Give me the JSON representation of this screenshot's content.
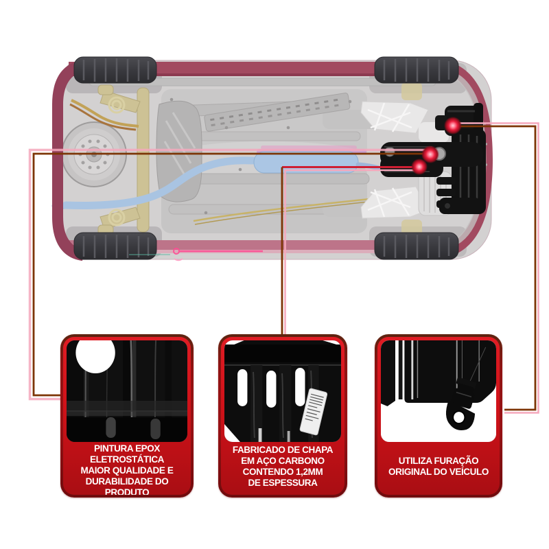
{
  "cards": [
    {
      "id": "pintura",
      "label": "PINTURA EPOX\nELETROSTÁTICA\nMAIOR QUALIDADE E\nDURABILIDADE DO PRODUTO",
      "photo_icon": "epoxy-painted-plate-closeup"
    },
    {
      "id": "chapa",
      "label": "FABRICADO DE CHAPA\nEM AÇO CARBONO\nCONTENDO 1,2MM\nDE ESPESSURA",
      "photo_icon": "steel-plate-slots-closeup"
    },
    {
      "id": "furacao",
      "label": "UTILIZA FURAÇÃO\nORIGINAL DO VEÍCULO",
      "photo_icon": "mounting-bracket-closeup"
    }
  ],
  "callouts": {
    "dot_count": 3
  },
  "colors": {
    "background": "#ffffff",
    "card_red": "#d01219",
    "card_red_light": "#e01c24",
    "card_red_dark": "#a90e13",
    "card_frame_top": "#5c2410",
    "card_frame_side": "#991114",
    "card_frame_bottom": "#6f0b0d",
    "line_brown": "#7d3506",
    "line_pink": "#f5a8bc",
    "line_red": "#cf1f33",
    "label_text": "#ffffff",
    "body_maroon": "#a24a60",
    "skid_plate_black": "#131313",
    "exhaust_blue": "#a9c4e2",
    "subframe_tan": "#cdc295"
  }
}
